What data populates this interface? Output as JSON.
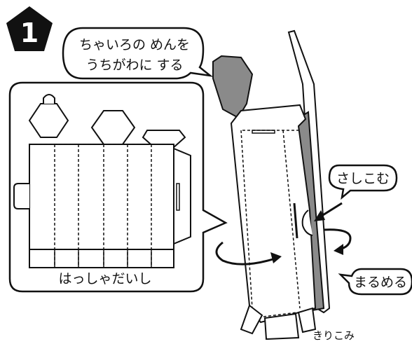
{
  "step": {
    "number": "1"
  },
  "bubbles": {
    "inner_color_line1": "ちゃいろの めんを",
    "inner_color_line2": "うちがわに する",
    "insert": "さしこむ",
    "roll": "まるめる"
  },
  "labels": {
    "launcher": "はっしゃだいし",
    "slit": "きりこみ"
  },
  "colors": {
    "ink": "#111111",
    "brown_side": "#8a8a8a",
    "paper": "#ffffff"
  }
}
